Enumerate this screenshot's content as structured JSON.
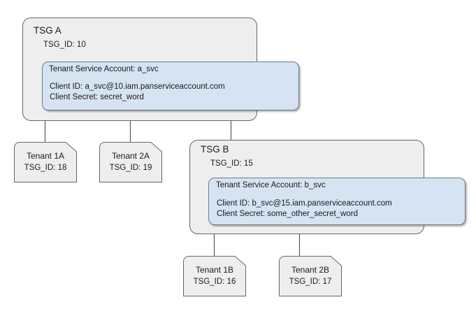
{
  "diagram": {
    "background_color": "#ffffff",
    "group_fill": "#eeeeee",
    "group_stroke": "#666666",
    "account_fill": "#d5e3f2",
    "account_stroke": "#6b7b8c",
    "tenant_fill": "#eeeeee",
    "tenant_stroke": "#666666"
  },
  "groups": [
    {
      "title": "TSG A",
      "id_label": "TSG_ID: 10",
      "service_account": {
        "heading": "Tenant Service Account: a_svc",
        "client_id": "Client ID: a_svc@10.iam.panserviceaccount.com",
        "client_secret": "Client Secret: secret_word"
      }
    },
    {
      "title": "TSG B",
      "id_label": "TSG_ID: 15",
      "service_account": {
        "heading": "Tenant Service Account: b_svc",
        "client_id": "Client ID: b_svc@15.iam.panserviceaccount.com",
        "client_secret": "Client Secret: some_other_secret_word"
      }
    }
  ],
  "tenants": [
    {
      "name": "Tenant 1A",
      "id_label": "TSG_ID: 18"
    },
    {
      "name": "Tenant 2A",
      "id_label": "TSG_ID: 19"
    },
    {
      "name": "Tenant 1B",
      "id_label": "TSG_ID: 16"
    },
    {
      "name": "Tenant 2B",
      "id_label": "TSG_ID: 17"
    }
  ]
}
